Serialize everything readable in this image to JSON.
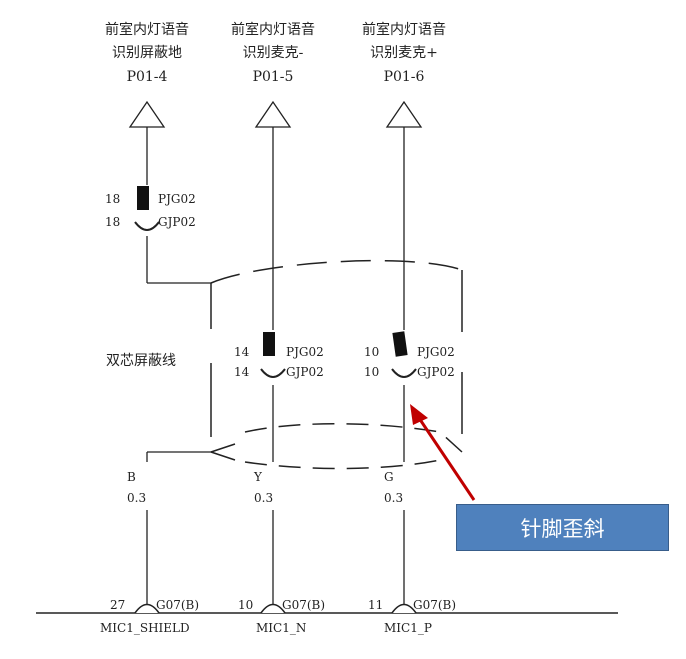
{
  "signals": [
    {
      "line1": "前室内灯语音",
      "line2": "识别屏蔽地",
      "code": "P01-4"
    },
    {
      "line1": "前室内灯语音",
      "line2": "识别麦克-",
      "code": "P01-5"
    },
    {
      "line1": "前室内灯语音",
      "line2": "识别麦克+",
      "code": "P01-6"
    }
  ],
  "connector_top": {
    "pin": "18",
    "upper_code": "PJG02",
    "lower_code": "GJP02"
  },
  "shield_label": "双芯屏蔽线",
  "connectors_mid": [
    {
      "pin": "14",
      "upper_code": "PJG02",
      "lower_code": "GJP02"
    },
    {
      "pin": "10",
      "upper_code": "PJG02",
      "lower_code": "GJP02"
    }
  ],
  "wires": [
    {
      "color": "B",
      "gauge": "0.3"
    },
    {
      "color": "Y",
      "gauge": "0.3"
    },
    {
      "color": "G",
      "gauge": "0.3"
    }
  ],
  "bottom_connectors": [
    {
      "pin": "27",
      "code": "G07(B)",
      "name": "MIC1_SHIELD"
    },
    {
      "pin": "10",
      "code": "G07(B)",
      "name": "MIC1_N"
    },
    {
      "pin": "11",
      "code": "G07(B)",
      "name": "MIC1_P"
    }
  ],
  "callout": {
    "text": "针脚歪斜",
    "box_color": "#4f81bd",
    "arrow_color": "#c00000"
  }
}
